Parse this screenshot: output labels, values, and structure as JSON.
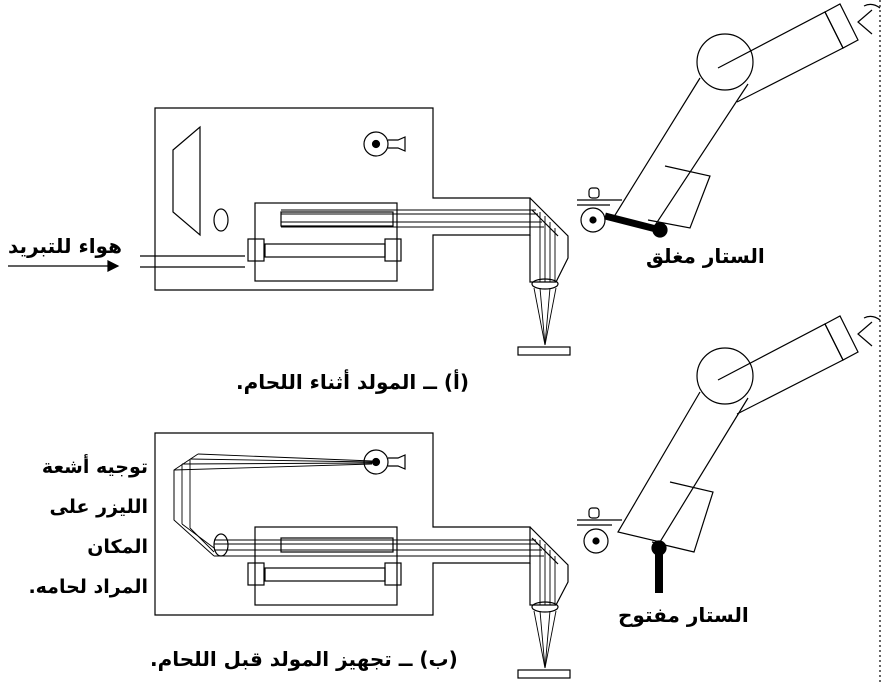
{
  "panel_a": {
    "caption": "(أ) ــ المولد أثناء اللحام.",
    "air_label": "هواء للتبريد",
    "shutter_label": "الستار مغلق"
  },
  "panel_b": {
    "caption": "(ب) ــ تجهيز المولد قبل اللحام.",
    "beam_note": [
      "توجيه أشعة",
      "الليزر على",
      "المكان",
      "المراد لحامه."
    ],
    "shutter_label": "الستار مفتوح"
  }
}
